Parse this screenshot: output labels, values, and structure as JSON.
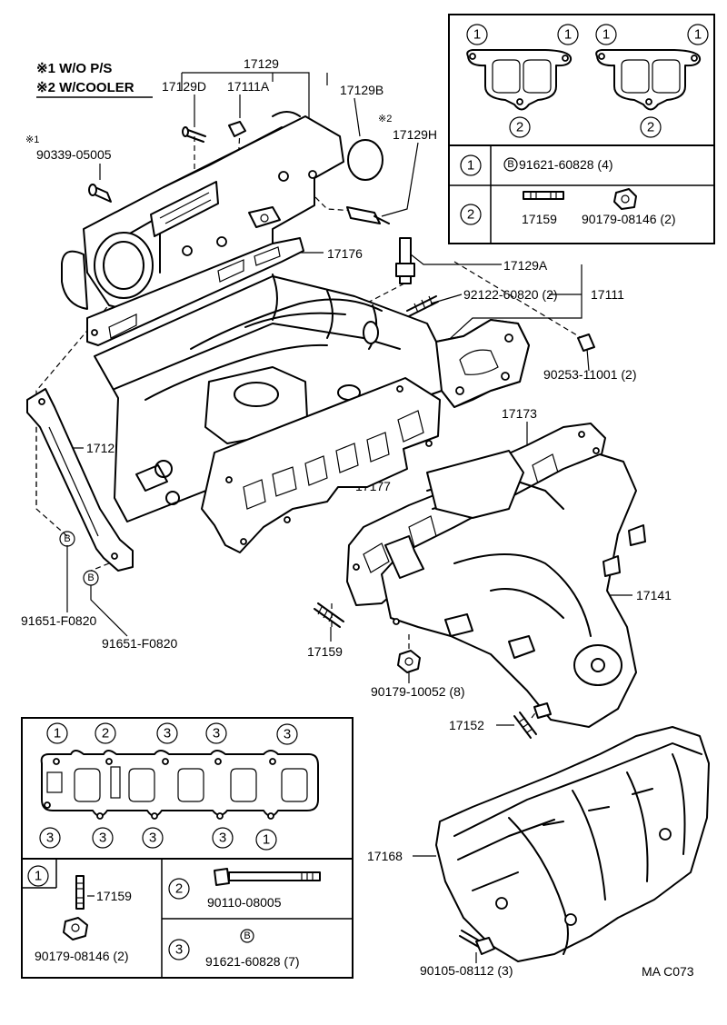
{
  "notes": {
    "note1": "※1 W/O P/S",
    "note2": "※2 W/COOLER",
    "mark1": "※1",
    "mark2": "※2"
  },
  "labels": {
    "p17129": "17129",
    "p17129D": "17129D",
    "p17111A": "17111A",
    "p17129B": "17129B",
    "p17129H": "17129H",
    "p90339": "90339-05005",
    "p17176": "17176",
    "p17129A": "17129A",
    "p92122": "92122-60820 (2)",
    "p17111": "17111",
    "p90253": "90253-11001 (2)",
    "p17125": "17125",
    "p17173": "17173",
    "p17177": "17177",
    "p91651a": "91651-F0820",
    "p91651b": "91651-F0820",
    "p17141": "17141",
    "p17159": "17159",
    "p90179_10052": "90179-10052 (8)",
    "p17152": "17152",
    "p17168": "17168",
    "p90105": "90105-08112 (3)",
    "code": "MA C073"
  },
  "top_box": {
    "circle1": "1",
    "circle2": "2",
    "row1_part": "91621-60828 (4)",
    "row2_stud": "17159",
    "row2_nut": "90179-08146 (2)",
    "b_mark": "B"
  },
  "bottom_box": {
    "circle1": "1",
    "circle2": "2",
    "circle3": "3",
    "c1_stud": "17159",
    "c1_nut": "90179-08146 (2)",
    "c2_bolt": "90110-08005",
    "c3_part": "91621-60828 (7)",
    "b_mark": "B"
  },
  "b_mark": "B"
}
